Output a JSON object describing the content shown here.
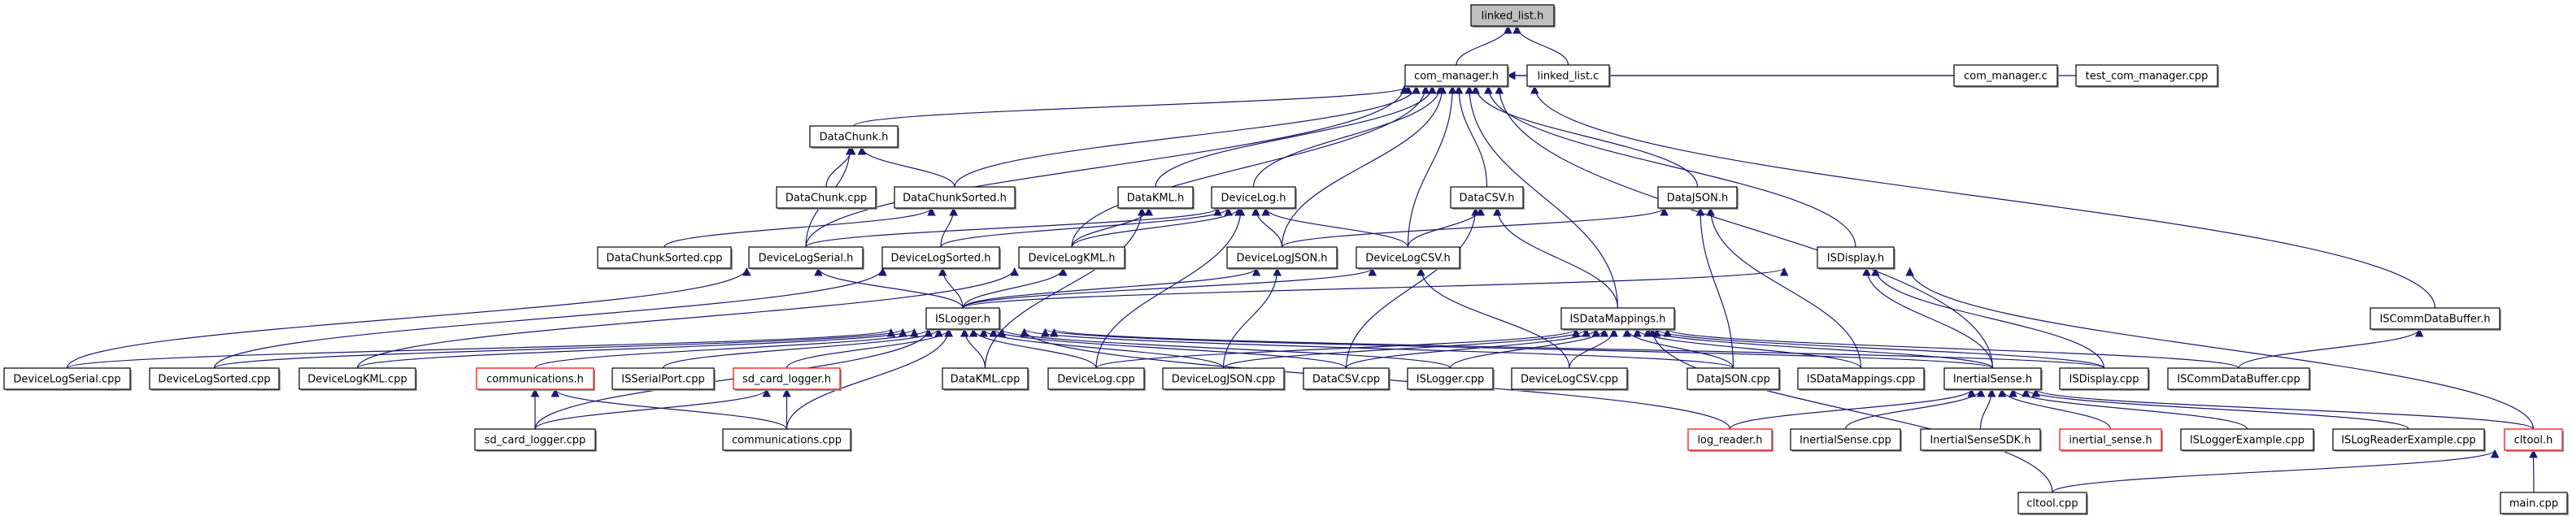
{
  "graph": {
    "root": "linked_list.h",
    "edge_color": "#191970",
    "truncated_border_color": "#ff0000",
    "root_fill": "#bfbfbf",
    "nodes": [
      {
        "id": "linked_list_h",
        "label": "linked_list.h",
        "kind": "root"
      },
      {
        "id": "com_manager_h",
        "label": "com_manager.h"
      },
      {
        "id": "linked_list_c",
        "label": "linked_list.c"
      },
      {
        "id": "DataChunk_h",
        "label": "DataChunk.h"
      },
      {
        "id": "com_manager_c",
        "label": "com_manager.c"
      },
      {
        "id": "test_com_manager_cpp",
        "label": "test_com_manager.cpp"
      },
      {
        "id": "DataChunk_cpp",
        "label": "DataChunk.cpp"
      },
      {
        "id": "DataChunkSorted_h",
        "label": "DataChunkSorted.h"
      },
      {
        "id": "DataKML_h",
        "label": "DataKML.h"
      },
      {
        "id": "DeviceLog_h",
        "label": "DeviceLog.h"
      },
      {
        "id": "DataCSV_h",
        "label": "DataCSV.h"
      },
      {
        "id": "DataJSON_h",
        "label": "DataJSON.h"
      },
      {
        "id": "DataChunkSorted_cpp",
        "label": "DataChunkSorted.cpp"
      },
      {
        "id": "DeviceLogSerial_h",
        "label": "DeviceLogSerial.h"
      },
      {
        "id": "DeviceLogSorted_h",
        "label": "DeviceLogSorted.h"
      },
      {
        "id": "DeviceLogKML_h",
        "label": "DeviceLogKML.h"
      },
      {
        "id": "DeviceLogJSON_h",
        "label": "DeviceLogJSON.h"
      },
      {
        "id": "DeviceLogCSV_h",
        "label": "DeviceLogCSV.h"
      },
      {
        "id": "ISDisplay_h",
        "label": "ISDisplay.h"
      },
      {
        "id": "ISLogger_h",
        "label": "ISLogger.h"
      },
      {
        "id": "ISDataMappings_h",
        "label": "ISDataMappings.h"
      },
      {
        "id": "ISCommDataBuffer_h",
        "label": "ISCommDataBuffer.h"
      },
      {
        "id": "DeviceLogSerial_cpp",
        "label": "DeviceLogSerial.cpp"
      },
      {
        "id": "DeviceLogSorted_cpp",
        "label": "DeviceLogSorted.cpp"
      },
      {
        "id": "DeviceLogKML_cpp",
        "label": "DeviceLogKML.cpp"
      },
      {
        "id": "communications_h",
        "label": "communications.h",
        "kind": "trunc"
      },
      {
        "id": "ISSerialPort_cpp",
        "label": "ISSerialPort.cpp"
      },
      {
        "id": "sd_card_logger_h",
        "label": "sd_card_logger.h",
        "kind": "trunc"
      },
      {
        "id": "DataKML_cpp",
        "label": "DataKML.cpp"
      },
      {
        "id": "DeviceLog_cpp",
        "label": "DeviceLog.cpp"
      },
      {
        "id": "DeviceLogJSON_cpp",
        "label": "DeviceLogJSON.cpp"
      },
      {
        "id": "DataCSV_cpp",
        "label": "DataCSV.cpp"
      },
      {
        "id": "ISLogger_cpp",
        "label": "ISLogger.cpp"
      },
      {
        "id": "DeviceLogCSV_cpp",
        "label": "DeviceLogCSV.cpp"
      },
      {
        "id": "DataJSON_cpp",
        "label": "DataJSON.cpp"
      },
      {
        "id": "ISDataMappings_cpp",
        "label": "ISDataMappings.cpp"
      },
      {
        "id": "InertialSense_h",
        "label": "InertialSense.h"
      },
      {
        "id": "ISDisplay_cpp",
        "label": "ISDisplay.cpp"
      },
      {
        "id": "ISCommDataBuffer_cpp",
        "label": "ISCommDataBuffer.cpp"
      },
      {
        "id": "sd_card_logger_cpp",
        "label": "sd_card_logger.cpp"
      },
      {
        "id": "communications_cpp",
        "label": "communications.cpp"
      },
      {
        "id": "log_reader_h",
        "label": "log_reader.h",
        "kind": "trunc"
      },
      {
        "id": "InertialSense_cpp",
        "label": "InertialSense.cpp"
      },
      {
        "id": "InertialSenseSDK_h",
        "label": "InertialSenseSDK.h"
      },
      {
        "id": "inertial_sense_h",
        "label": "inertial_sense.h",
        "kind": "trunc"
      },
      {
        "id": "ISLoggerExample_cpp",
        "label": "ISLoggerExample.cpp"
      },
      {
        "id": "ISLogReaderExample_cpp",
        "label": "ISLogReaderExample.cpp"
      },
      {
        "id": "cltool_h",
        "label": "cltool.h",
        "kind": "trunc"
      },
      {
        "id": "cltool_cpp",
        "label": "cltool.cpp"
      },
      {
        "id": "main_cpp",
        "label": "main.cpp"
      }
    ],
    "edges": [
      [
        "com_manager_h",
        "linked_list_h"
      ],
      [
        "linked_list_c",
        "linked_list_h"
      ],
      [
        "DataChunk_h",
        "com_manager_h"
      ],
      [
        "DataChunkSorted_h",
        "com_manager_h"
      ],
      [
        "DeviceLogSerial_h",
        "com_manager_h"
      ],
      [
        "DeviceLogKML_h",
        "com_manager_h"
      ],
      [
        "DataKML_h",
        "com_manager_h"
      ],
      [
        "DeviceLog_h",
        "com_manager_h"
      ],
      [
        "DeviceLogJSON_h",
        "com_manager_h"
      ],
      [
        "DeviceLogCSV_h",
        "com_manager_h"
      ],
      [
        "DataCSV_h",
        "com_manager_h"
      ],
      [
        "ISDataMappings_h",
        "com_manager_h"
      ],
      [
        "DataJSON_h",
        "com_manager_h"
      ],
      [
        "InertialSense_h",
        "com_manager_h"
      ],
      [
        "ISDisplay_h",
        "com_manager_h"
      ],
      [
        "ISCommDataBuffer_h",
        "com_manager_h"
      ],
      [
        "com_manager_c",
        "com_manager_h"
      ],
      [
        "test_com_manager_cpp",
        "com_manager_h"
      ],
      [
        "DataChunk_cpp",
        "DataChunk_h"
      ],
      [
        "DataChunkSorted_h",
        "DataChunk_h"
      ],
      [
        "DeviceLogSerial_h",
        "DataChunk_h"
      ],
      [
        "DataChunkSorted_cpp",
        "DataChunkSorted_h"
      ],
      [
        "DeviceLogSorted_h",
        "DataChunkSorted_h"
      ],
      [
        "DeviceLogKML_h",
        "DataKML_h"
      ],
      [
        "DataKML_cpp",
        "DataKML_h"
      ],
      [
        "DeviceLogSerial_h",
        "DeviceLog_h"
      ],
      [
        "DeviceLogSorted_h",
        "DeviceLog_h"
      ],
      [
        "DeviceLogKML_h",
        "DeviceLog_h"
      ],
      [
        "DeviceLogJSON_h",
        "DeviceLog_h"
      ],
      [
        "DeviceLogCSV_h",
        "DeviceLog_h"
      ],
      [
        "DeviceLog_cpp",
        "DeviceLog_h"
      ],
      [
        "DeviceLogCSV_h",
        "DataCSV_h"
      ],
      [
        "DataCSV_cpp",
        "DataCSV_h"
      ],
      [
        "ISDataMappings_h",
        "DataCSV_h"
      ],
      [
        "DeviceLogJSON_h",
        "DataJSON_h"
      ],
      [
        "DataJSON_cpp",
        "DataJSON_h"
      ],
      [
        "ISDataMappings_cpp",
        "DataJSON_h"
      ],
      [
        "ISLogger_h",
        "ISDisplay_h"
      ],
      [
        "InertialSense_h",
        "ISDisplay_h"
      ],
      [
        "ISDisplay_cpp",
        "ISDisplay_h"
      ],
      [
        "cltool_h",
        "ISDisplay_h"
      ],
      [
        "ISLogger_h",
        "DeviceLogSerial_h"
      ],
      [
        "DeviceLogSerial_cpp",
        "DeviceLogSerial_h"
      ],
      [
        "ISLogger_h",
        "DeviceLogSorted_h"
      ],
      [
        "DeviceLogSorted_cpp",
        "DeviceLogSorted_h"
      ],
      [
        "ISLogger_h",
        "DeviceLogKML_h"
      ],
      [
        "DeviceLogKML_cpp",
        "DeviceLogKML_h"
      ],
      [
        "ISLogger_h",
        "DeviceLogJSON_h"
      ],
      [
        "DeviceLogJSON_cpp",
        "DeviceLogJSON_h"
      ],
      [
        "ISLogger_h",
        "DeviceLogCSV_h"
      ],
      [
        "DeviceLogCSV_cpp",
        "DeviceLogCSV_h"
      ],
      [
        "DeviceLogSerial_cpp",
        "ISLogger_h"
      ],
      [
        "DeviceLogSorted_cpp",
        "ISLogger_h"
      ],
      [
        "DeviceLogKML_cpp",
        "ISLogger_h"
      ],
      [
        "sd_card_logger_cpp",
        "ISLogger_h"
      ],
      [
        "communications_h",
        "ISLogger_h"
      ],
      [
        "ISSerialPort_cpp",
        "ISLogger_h"
      ],
      [
        "sd_card_logger_h",
        "ISLogger_h"
      ],
      [
        "communications_cpp",
        "ISLogger_h"
      ],
      [
        "DataKML_cpp",
        "ISLogger_h"
      ],
      [
        "DeviceLog_cpp",
        "ISLogger_h"
      ],
      [
        "DeviceLogJSON_cpp",
        "ISLogger_h"
      ],
      [
        "DataCSV_cpp",
        "ISLogger_h"
      ],
      [
        "ISLogger_cpp",
        "ISLogger_h"
      ],
      [
        "DataJSON_cpp",
        "ISLogger_h"
      ],
      [
        "InertialSense_h",
        "ISLogger_h"
      ],
      [
        "ISDisplay_cpp",
        "ISLogger_h"
      ],
      [
        "log_reader_h",
        "ISLogger_h"
      ],
      [
        "DeviceLog_cpp",
        "ISDataMappings_h"
      ],
      [
        "DeviceLogJSON_cpp",
        "ISDataMappings_h"
      ],
      [
        "DataCSV_cpp",
        "ISDataMappings_h"
      ],
      [
        "ISLogger_cpp",
        "ISDataMappings_h"
      ],
      [
        "DeviceLogCSV_cpp",
        "ISDataMappings_h"
      ],
      [
        "DataJSON_cpp",
        "ISDataMappings_h"
      ],
      [
        "ISDataMappings_cpp",
        "ISDataMappings_h"
      ],
      [
        "InertialSense_h",
        "ISDataMappings_h"
      ],
      [
        "ISDisplay_cpp",
        "ISDataMappings_h"
      ],
      [
        "ISCommDataBuffer_cpp",
        "ISDataMappings_h"
      ],
      [
        "cltool_cpp",
        "ISDataMappings_h"
      ],
      [
        "ISCommDataBuffer_cpp",
        "ISCommDataBuffer_h"
      ],
      [
        "sd_card_logger_cpp",
        "communications_h"
      ],
      [
        "communications_cpp",
        "communications_h"
      ],
      [
        "sd_card_logger_cpp",
        "sd_card_logger_h"
      ],
      [
        "communications_cpp",
        "sd_card_logger_h"
      ],
      [
        "log_reader_h",
        "InertialSense_h"
      ],
      [
        "InertialSense_cpp",
        "InertialSense_h"
      ],
      [
        "InertialSenseSDK_h",
        "InertialSense_h"
      ],
      [
        "inertial_sense_h",
        "InertialSense_h"
      ],
      [
        "ISLoggerExample_cpp",
        "InertialSense_h"
      ],
      [
        "ISLogReaderExample_cpp",
        "InertialSense_h"
      ],
      [
        "cltool_h",
        "InertialSense_h"
      ],
      [
        "cltool_cpp",
        "cltool_h"
      ],
      [
        "main_cpp",
        "cltool_h"
      ]
    ]
  }
}
